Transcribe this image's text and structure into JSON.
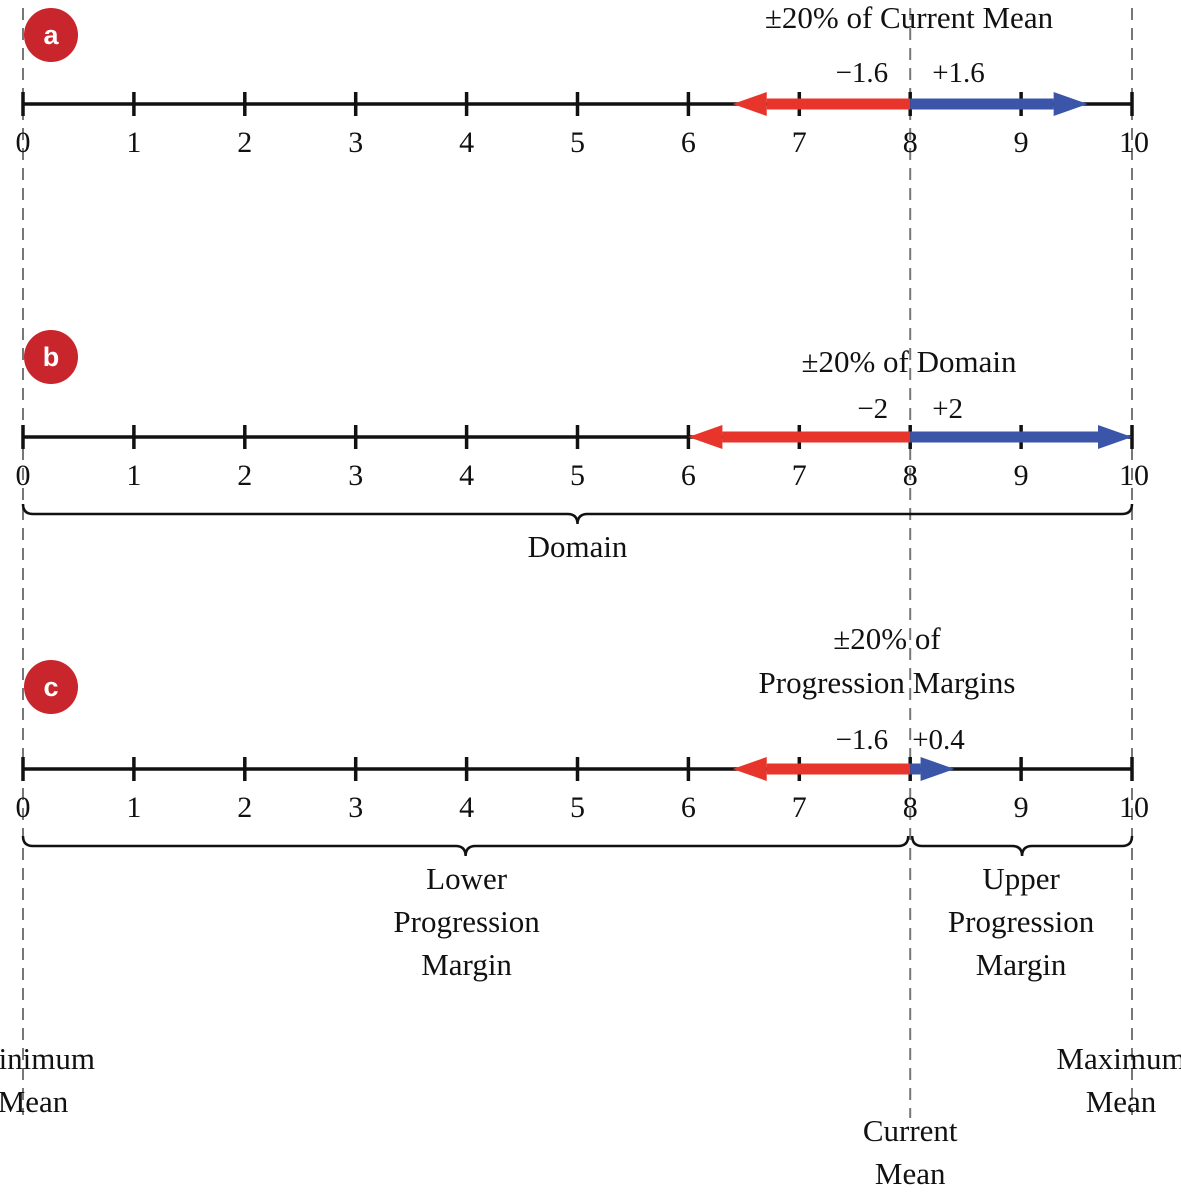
{
  "colors": {
    "axis": "#111111",
    "guide": "#777777",
    "minus": "#e8352b",
    "plus": "#3b55a8",
    "badge": "#c8262c"
  },
  "panels": [
    {
      "badge": "a",
      "heading": [
        "±20% of Current Mean"
      ],
      "ticks": [
        "0",
        "1",
        "2",
        "3",
        "4",
        "5",
        "6",
        "7",
        "8",
        "9",
        "10"
      ],
      "current": 8,
      "minus_value": 1.6,
      "plus_value": 1.6,
      "minus_label": "−1.6",
      "plus_label": "+1.6",
      "braces": []
    },
    {
      "badge": "b",
      "heading": [
        "±20% of Domain"
      ],
      "ticks": [
        "0",
        "1",
        "2",
        "3",
        "4",
        "5",
        "6",
        "7",
        "8",
        "9",
        "10"
      ],
      "current": 8,
      "minus_value": 2,
      "plus_value": 2,
      "minus_label": "−2",
      "plus_label": "+2",
      "braces": [
        {
          "from": 0,
          "to": 10,
          "label": [
            "Domain"
          ]
        }
      ]
    },
    {
      "badge": "c",
      "heading": [
        "±20% of",
        "Progression Margins"
      ],
      "ticks": [
        "0",
        "1",
        "2",
        "3",
        "4",
        "5",
        "6",
        "7",
        "8",
        "9",
        "10"
      ],
      "current": 8,
      "minus_value": 1.6,
      "plus_value": 0.4,
      "minus_label": "−1.6",
      "plus_label": "+0.4",
      "braces": [
        {
          "from": 0,
          "to": 8,
          "label": [
            "Lower",
            "Progression",
            "Margin"
          ]
        },
        {
          "from": 8,
          "to": 10,
          "label": [
            "Upper",
            "Progression",
            "Margin"
          ]
        }
      ]
    }
  ],
  "guide_labels": {
    "minimum": [
      "Minimum",
      "Mean"
    ],
    "current": [
      "Current",
      "Mean"
    ],
    "maximum": [
      "Maximum",
      "Mean"
    ]
  }
}
